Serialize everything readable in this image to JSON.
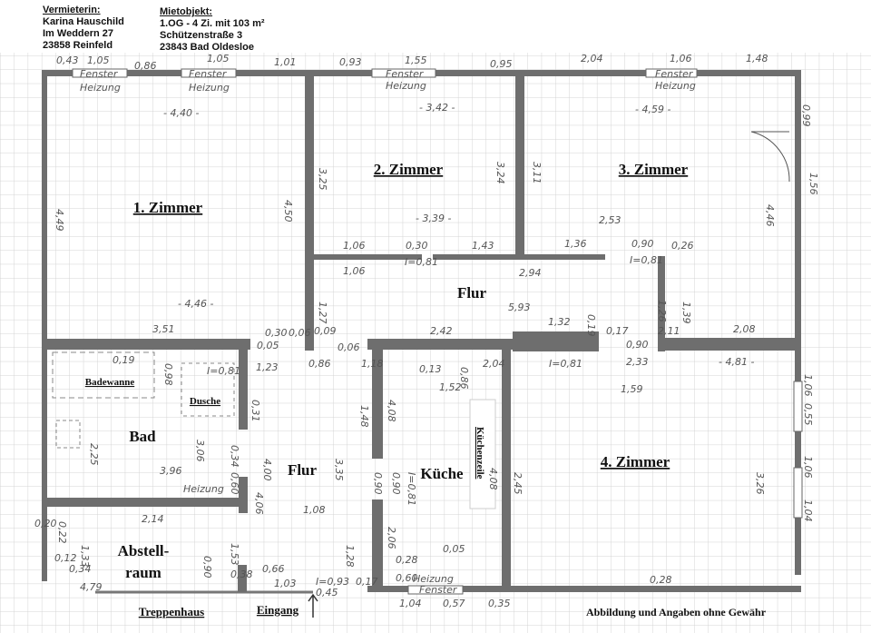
{
  "landlord": {
    "heading": "Vermieterin:",
    "name": "Karina Hauschild",
    "street": "Im Weddern 27",
    "city": "23858 Reinfeld"
  },
  "property": {
    "heading": "Mietobjekt:",
    "desc": "1.OG - 4 Zi. mit 103 m²",
    "street": "Schützenstraße 3",
    "city": "23843 Bad Oldesloe"
  },
  "rooms": {
    "zimmer1": "1. Zimmer",
    "zimmer2": "2. Zimmer",
    "zimmer3": "3. Zimmer",
    "zimmer4": "4. Zimmer",
    "flur_top": "Flur",
    "flur_bottom": "Flur",
    "bad": "Bad",
    "kueche": "Küche",
    "abstell1": "Abstell-",
    "abstell2": "raum",
    "badewanne": "Badewanne",
    "dusche": "Dusche",
    "kuechenzeile": "Küchenzeile"
  },
  "footer": {
    "treppenhaus": "Treppenhaus",
    "eingang": "Eingang",
    "disclaimer": "Abbildung und Angaben ohne Gewähr"
  },
  "window_label": "Fenster",
  "heater_label": "Heizung",
  "dimensions": [
    "0,43",
    "1,05",
    "0,86",
    "1,05",
    "1,01",
    "0,93",
    "1,55",
    "0,95",
    "2,04",
    "1,06",
    "1,48",
    "- 4,40 -",
    "- 3,42 -",
    "- 4,59 -",
    "4,49",
    "3,25",
    "4,50",
    "3,24",
    "3,11",
    "0,99",
    "1,56",
    "4,46",
    "- 3,39 -",
    "2,53",
    "1,06",
    "0,30",
    "1,43",
    "1,36",
    "0,90",
    "0,26",
    "1,06",
    "I=0,81",
    "2,94",
    "I=0,81",
    "1,27",
    "5,93",
    "1,26",
    "1,39",
    "- 4,46 -",
    "3,51",
    "0,30",
    "0,06",
    "0,09",
    "2,42",
    "1,32",
    "0,19",
    "0,17",
    "2,11",
    "2,08",
    "0,19",
    "0,98",
    "I=0,81",
    "0,05",
    "1,23",
    "0,31",
    "0,86",
    "0,06",
    "1,18",
    "0,13",
    "0,86",
    "2,04",
    "1,52",
    "I=0,81",
    "0,90",
    "2,33",
    "- 4,81 -",
    "1,59",
    "1,48",
    "4,08",
    "4,08",
    "2,45",
    "2,25",
    "3,06",
    "3,96",
    "4,00",
    "3,35",
    "I=0,81",
    "0,90",
    "0,90",
    "0,34",
    "0,60",
    "4,06",
    "3,26",
    "2,14",
    "1,08",
    "1,33",
    "0,90",
    "1,53",
    "1,28",
    "2,06",
    "0,05",
    "0,20",
    "0,22",
    "0,12",
    "0,34",
    "0,38",
    "0,66",
    "1,03",
    "I=0,93",
    "0,45",
    "0,17",
    "0,28",
    "0,60",
    "4,79",
    "0,28",
    "1,04",
    "0,57",
    "0,35",
    "1,06",
    "0,55",
    "1,06",
    "1,04"
  ]
}
